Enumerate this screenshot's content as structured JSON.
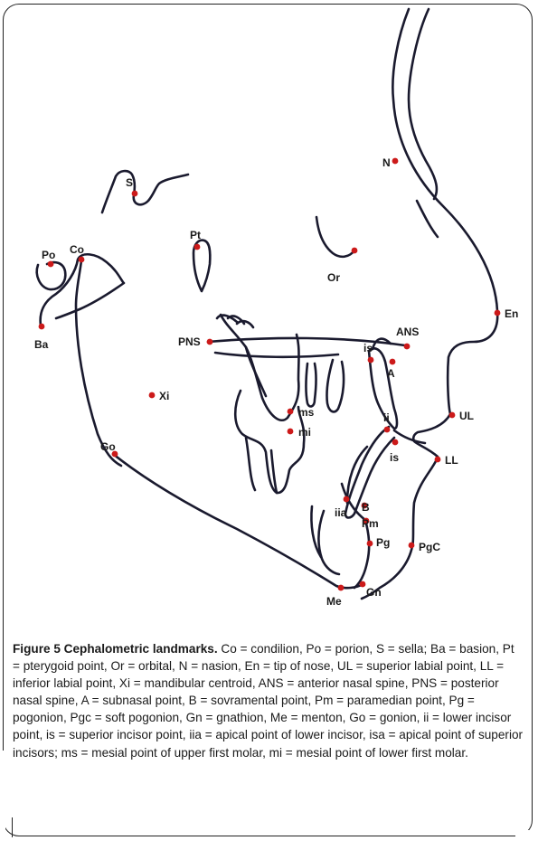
{
  "figure": {
    "caption_title": "Figure 5 Cephalometric landmarks.",
    "caption_body": " Co = condilion, Po = porion, S = sella; Ba = basion, Pt = pterygoid point, Or = orbital, N = nasion, En = tip of nose, UL = superior labial point, LL = inferior labial point, Xi = mandibular centroid, ANS = anterior nasal spine, PNS = posterior nasal spine, A = subnasal point, B = sovramental point, Pm = paramedian point, Pg = pogonion, Pgc = soft pogonion, Gn = gnathion, Me = menton, Go = gonion, ii = lower incisor point, is = superior incisor point, iia = apical point of lower incisor, isa = apical point of superior incisors; ms = mesial point of upper first molar, mi = mesial point of lower first molar."
  },
  "landmark_color": "#cc1a1a",
  "line_color": "#1a1a2e",
  "landmarks": [
    {
      "key": "S",
      "label": "S"
    },
    {
      "key": "Po",
      "label": "Po"
    },
    {
      "key": "Co",
      "label": "Co"
    },
    {
      "key": "Ba",
      "label": "Ba"
    },
    {
      "key": "Pt",
      "label": "Pt"
    },
    {
      "key": "PNS",
      "label": "PNS"
    },
    {
      "key": "Xi",
      "label": "Xi"
    },
    {
      "key": "Or",
      "label": "Or"
    },
    {
      "key": "N",
      "label": "N"
    },
    {
      "key": "En",
      "label": "En"
    },
    {
      "key": "ANS",
      "label": "ANS"
    },
    {
      "key": "is_top",
      "label": "is"
    },
    {
      "key": "A",
      "label": "A"
    },
    {
      "key": "UL",
      "label": "UL"
    },
    {
      "key": "ii",
      "label": "ii"
    },
    {
      "key": "is",
      "label": "is"
    },
    {
      "key": "LL",
      "label": "LL"
    },
    {
      "key": "ms",
      "label": "ms"
    },
    {
      "key": "mi",
      "label": "mi"
    },
    {
      "key": "Go",
      "label": "Go"
    },
    {
      "key": "iia",
      "label": "iia"
    },
    {
      "key": "B",
      "label": "B"
    },
    {
      "key": "Pm",
      "label": "Pm"
    },
    {
      "key": "Pg",
      "label": "Pg"
    },
    {
      "key": "PgC",
      "label": "PgC"
    },
    {
      "key": "Me",
      "label": "Me"
    },
    {
      "key": "Gn",
      "label": "Gn"
    }
  ]
}
